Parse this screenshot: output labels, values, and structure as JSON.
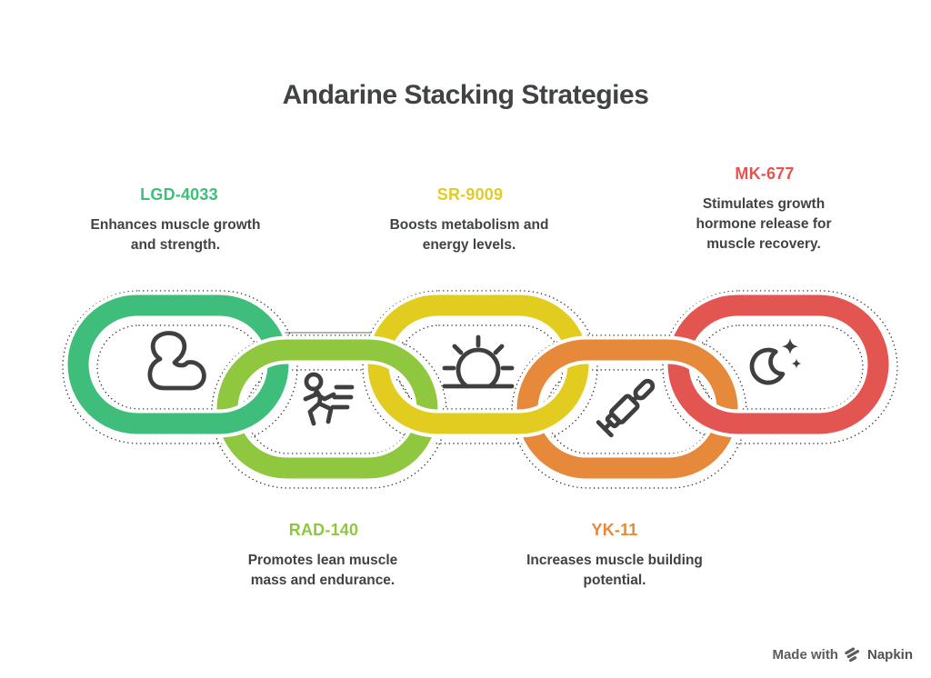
{
  "title": "Andarine Stacking Strategies",
  "nodes": [
    {
      "label": "LGD-4033",
      "description": "Enhances muscle growth and strength.",
      "color": "#3FBE7B",
      "icon": "bicep-icon"
    },
    {
      "label": "RAD-140",
      "description": "Promotes lean muscle mass and endurance.",
      "color": "#8FC73E",
      "icon": "runner-icon"
    },
    {
      "label": "SR-9009",
      "description": "Boosts metabolism and energy levels.",
      "color": "#E2CC1F",
      "icon": "sunrise-icon"
    },
    {
      "label": "YK-11",
      "description": "Increases muscle building potential.",
      "color": "#E6893A",
      "icon": "syringe-icon"
    },
    {
      "label": "MK-677",
      "description": "Stimulates growth hormone release for muscle recovery.",
      "color": "#E25551",
      "icon": "moon-sparkles-icon"
    }
  ],
  "footer": {
    "made_with": "Made with",
    "brand": "Napkin"
  },
  "palette": {
    "green": "#3FBE7B",
    "lime": "#8FC73E",
    "yellow": "#E2CC1F",
    "orange": "#E6893A",
    "red": "#E25551",
    "ink": "#3F4345",
    "icon": "#3F3F3F"
  }
}
